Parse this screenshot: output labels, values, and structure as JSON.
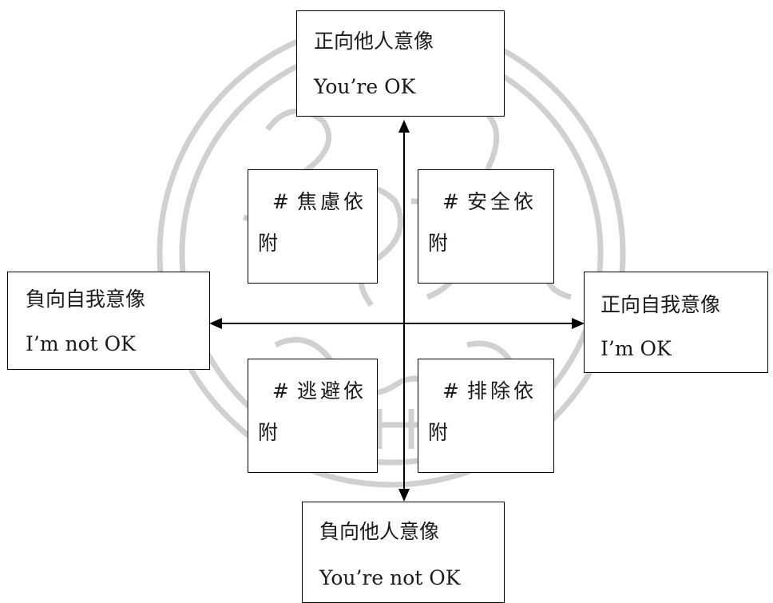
{
  "boxes": {
    "top": {
      "line1": "正向他人意像",
      "line2": "You’re OK"
    },
    "bottom": {
      "line1": "負向他人意像",
      "line2": "You’re not OK"
    },
    "left": {
      "line1": "負向自我意像",
      "line2": "I’m not OK"
    },
    "right": {
      "line1": "正向自我意像",
      "line2": "I’m OK"
    }
  },
  "quadrants": {
    "top_left": {
      "hash": "#",
      "line1": "焦慮依",
      "line2": "附"
    },
    "top_right": {
      "hash": "#",
      "line1": "安全依",
      "line2": "附"
    },
    "bottom_left": {
      "hash": "#",
      "line1": "逃避依",
      "line2": "附"
    },
    "bottom_right": {
      "hash": "#",
      "line1": "排除依",
      "line2": "附"
    }
  },
  "colors": {
    "line": "#000000",
    "border": "#000000",
    "watermark": "#cfcfcf"
  },
  "icons": {
    "watermark": "university-seal-watermark"
  }
}
